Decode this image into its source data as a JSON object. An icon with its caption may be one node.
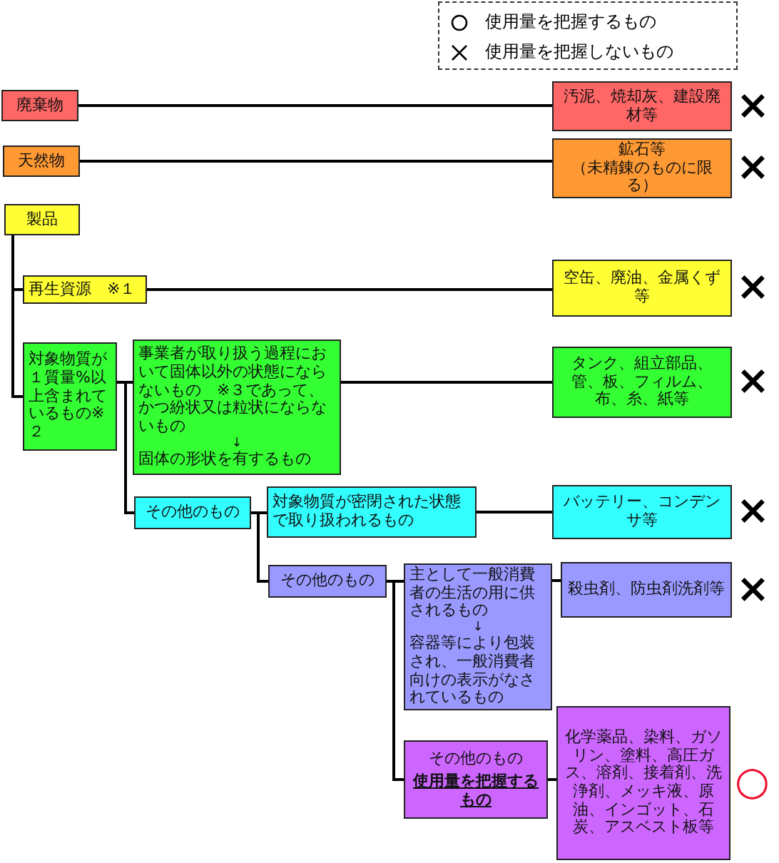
{
  "diagram": {
    "nodes": [
      {
        "text": [
          "廃棄物"
        ]
      },
      {
        "text": [
          "汚泥、焼却灰、建設廃材等"
        ],
        "beside": [
          "×"
        ]
      },
      {
        "text": [
          "天然物"
        ]
      },
      {
        "text": [
          "鉱石等",
          "（未精錬のものに限る）"
        ],
        "beside": [
          "×"
        ]
      },
      {
        "text": [
          "製品"
        ]
      },
      {
        "text": [
          "再生資源　※１"
        ]
      },
      {
        "text": [
          "空缶、廃油、金属くず等"
        ],
        "beside": [
          "×"
        ]
      },
      {
        "text": [
          "対象物質が１質量%以上含まれているもの※２"
        ]
      },
      {
        "text": [
          "事業者が取り扱う過程において固体以外の状態にならないもの　※３であって、かつ紛状又は粒状にならないもの",
          "↓",
          "固体の形状を有するもの"
        ]
      },
      {
        "text": [
          "タンク、組立部品、管、板、フィルム、布、糸、紙等"
        ],
        "beside": [
          "×"
        ]
      },
      {
        "text": [
          "その他のもの"
        ]
      },
      {
        "text": [
          "対象物質が密閉された状態で取り扱われるもの"
        ]
      },
      {
        "text": [
          "バッテリー、コンデンサ等"
        ],
        "beside": [
          "×"
        ]
      },
      {
        "text": [
          "その他のもの"
        ]
      },
      {
        "text": [
          "主として一般消費者の生活の用に供されるもの",
          "↓",
          "容器等により包装され、一般消費者向けの表示がなされているもの"
        ]
      },
      {
        "text": [
          "殺虫剤、防虫剤洗剤等"
        ],
        "beside": [
          "×"
        ]
      },
      {
        "text": [
          "その他のもの",
          "使用量を把握するもの"
        ]
      },
      {
        "text": [
          "化学薬品、染料、ガソリン、塗料、高圧ガス、溶剤、接着剤、洗浄剤、メッキ液、原油、インゴット、石炭、アスベスト板等"
        ],
        "beside": [
          "○"
        ]
      }
    ],
    "edges": [
      {
        "from": 0,
        "to": 1,
        "arrow": "none"
      },
      {
        "from": 2,
        "to": 3,
        "arrow": "none"
      },
      {
        "from": 4,
        "to": 5,
        "arrow": "none"
      },
      {
        "from": 4,
        "to": 7,
        "arrow": "none"
      },
      {
        "from": 5,
        "to": 6,
        "arrow": "none"
      },
      {
        "from": 7,
        "to": 8,
        "arrow": "none"
      },
      {
        "from": 8,
        "to": 9,
        "arrow": "none"
      },
      {
        "from": 7,
        "to": 10,
        "arrow": "none"
      },
      {
        "from": 10,
        "to": 11,
        "arrow": "none"
      },
      {
        "from": 11,
        "to": 12,
        "arrow": "none"
      },
      {
        "from": 10,
        "to": 13,
        "arrow": "none"
      },
      {
        "from": 13,
        "to": 14,
        "arrow": "none"
      },
      {
        "from": 14,
        "to": 15,
        "arrow": "none"
      },
      {
        "from": 13,
        "to": 16,
        "arrow": "none"
      },
      {
        "from": 16,
        "to": 17,
        "arrow": "none"
      }
    ],
    "legend": [
      {
        "text": "使用量を把握するもの"
      },
      {
        "text": "使用量を把握しないもの"
      }
    ]
  }
}
